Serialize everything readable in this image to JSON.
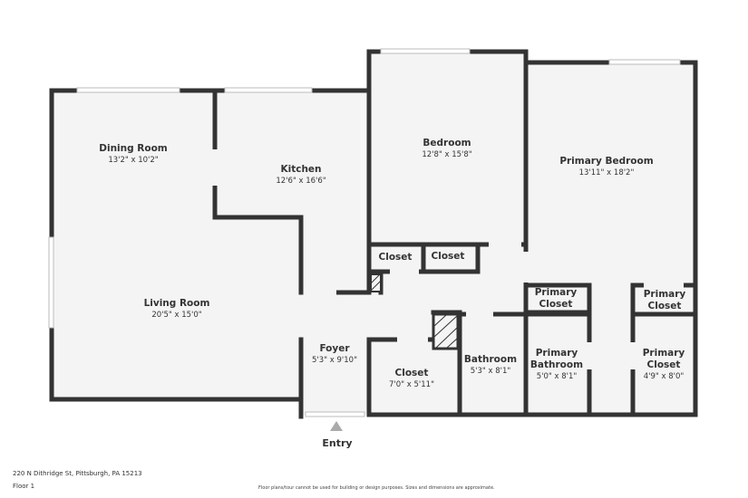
{
  "rooms": {
    "dining": {
      "name": "Dining Room",
      "dims": "13'2\" x 10'2\""
    },
    "kitchen": {
      "name": "Kitchen",
      "dims": "12'6\" x 16'6\""
    },
    "bedroom": {
      "name": "Bedroom",
      "dims": "12'8\" x 15'8\""
    },
    "primary_bedroom": {
      "name": "Primary Bedroom",
      "dims": "13'11\" x 18'2\""
    },
    "closet_a": {
      "name": "Closet"
    },
    "closet_b": {
      "name": "Closet"
    },
    "primary_closet_a": {
      "name_1": "Primary",
      "name_2": "Closet"
    },
    "primary_closet_b": {
      "name_1": "Primary",
      "name_2": "Closet"
    },
    "living": {
      "name": "Living Room",
      "dims": "20'5\" x 15'0\""
    },
    "foyer": {
      "name": "Foyer",
      "dims": "5'3\" x 9'10\""
    },
    "closet_c": {
      "name": "Closet",
      "dims": "7'0\" x 5'11\""
    },
    "bathroom": {
      "name": "Bathroom",
      "dims": "5'3\" x 8'1\""
    },
    "primary_bathroom": {
      "name_1": "Primary",
      "name_2": "Bathroom",
      "dims": "5'0\" x 8'1\""
    },
    "primary_closet_c": {
      "name_1": "Primary",
      "name_2": "Closet",
      "dims": "4'9\" x 8'0\""
    }
  },
  "entry": {
    "label": "Entry"
  },
  "footer": {
    "address": "220 N Dithridge St, Pittsburgh, PA 15213",
    "floor": "Floor 1",
    "disclaimer": "Floor plans/tour cannot be used for building or design purposes. Sizes and dimensions are approximate."
  }
}
